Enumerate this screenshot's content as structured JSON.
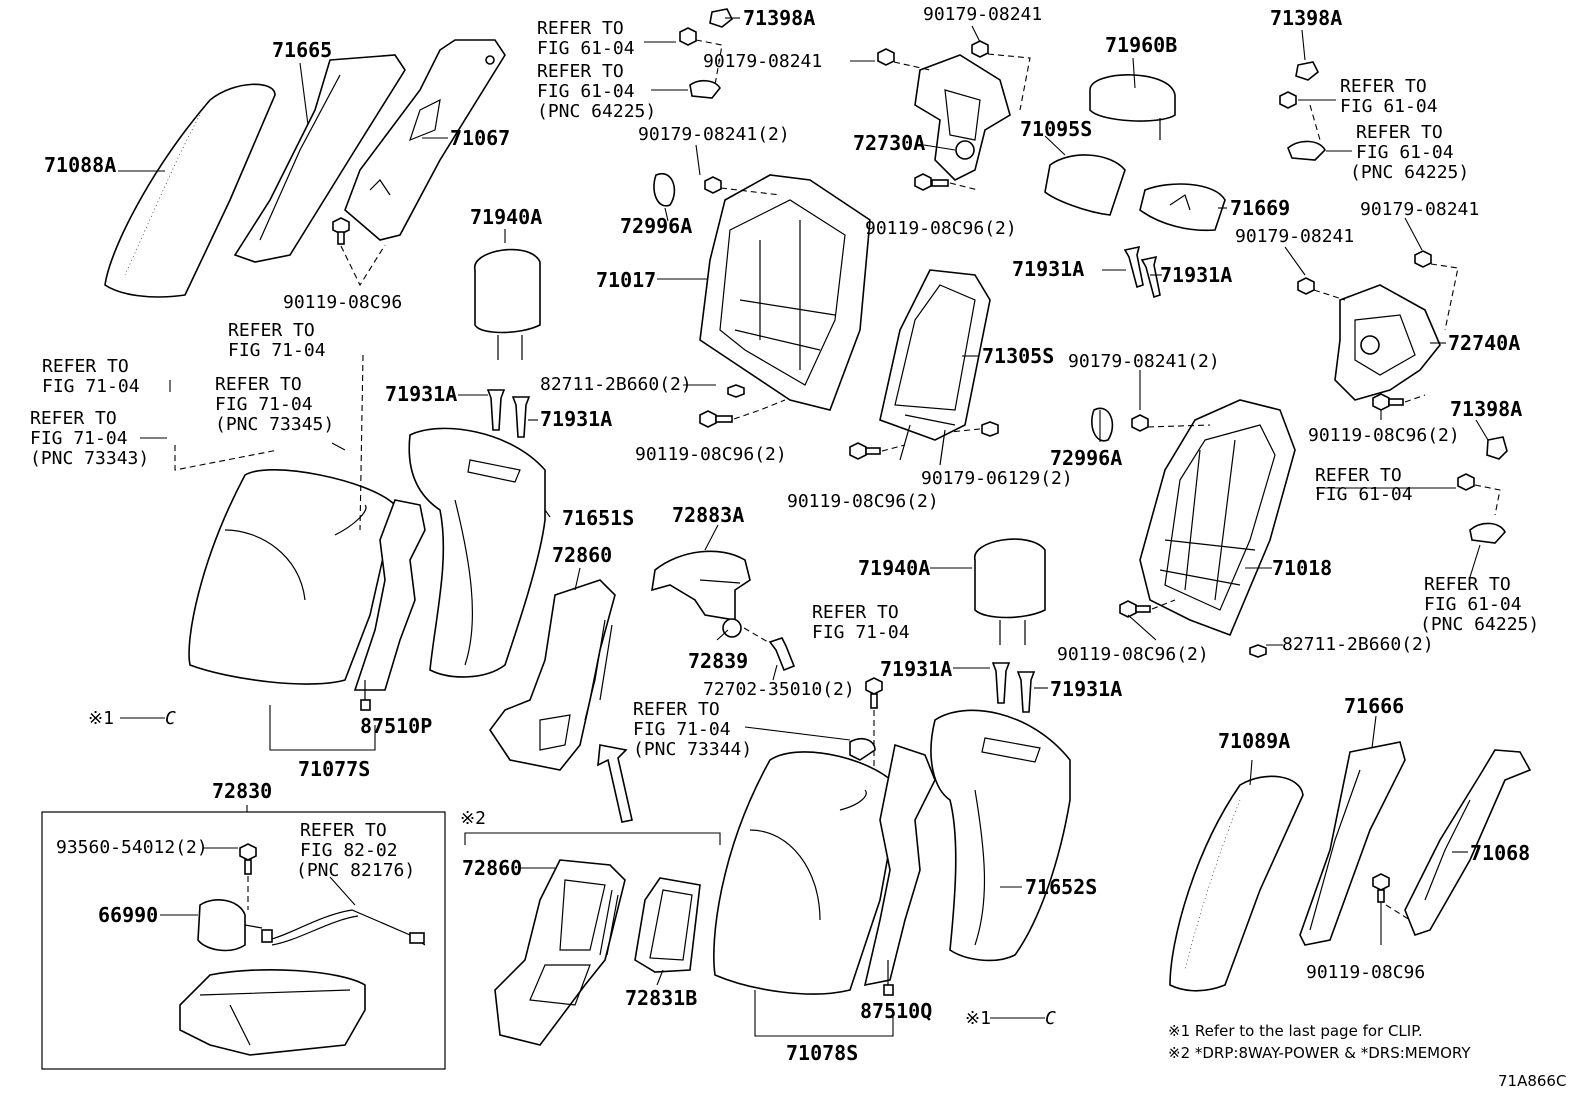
{
  "figure_code": "71A866C",
  "notes": [
    "※1 Refer to the last page for CLIP.",
    "※2 *DRP:8WAY-POWER & *DRS:MEMORY"
  ],
  "callouts": {
    "c1": "REFER TO",
    "c1b": "FIG 61-04",
    "c2": "REFER TO",
    "c2b": "FIG 61-04",
    "c2c": "(PNC 64225)",
    "c3": "REFER TO",
    "c3b": "FIG 61-04",
    "c4": "REFER TO",
    "c4b": "FIG 61-04",
    "c4c": "(PNC 64225)",
    "c5": "REFER TO",
    "c5b": "FIG 61-04",
    "c6": "REFER TO",
    "c6b": "FIG 61-04",
    "c6c": "(PNC 64225)",
    "c7": "REFER TO",
    "c7b": "FIG 71-04",
    "c8": "REFER TO",
    "c8b": "FIG 71-04",
    "c9": "REFER TO",
    "c9b": "FIG 71-04",
    "c9c": "(PNC 73345)",
    "c10": "REFER TO",
    "c10b": "FIG 71-04",
    "c10c": "(PNC 73343)",
    "c11": "REFER TO",
    "c11b": "FIG 71-04",
    "c12": "REFER TO",
    "c12b": "FIG 71-04",
    "c12c": "(PNC 73344)",
    "c13": "REFER TO",
    "c13b": "FIG 82-02",
    "c13c": "(PNC 82176)"
  },
  "parts": {
    "p71665": "71665",
    "p71088A": "71088A",
    "p71067": "71067",
    "p90119_08C96_a": "90119-08C96",
    "p71398A_a": "71398A",
    "p90179_08241_a": "90179-08241",
    "p90179_08241_b": "90179-08241",
    "p72730A": "72730A",
    "p90119_08C96_2_a": "90119-08C96(2)",
    "p71960B": "71960B",
    "p71095S": "71095S",
    "p71669": "71669",
    "p71398A_b": "71398A",
    "p90179_08241_2_a": "90179-08241(2)",
    "p72996A_a": "72996A",
    "p71017": "71017",
    "p71940A_a": "71940A",
    "p71931A_a": "71931A",
    "p71931A_b": "71931A",
    "p71931A_c": "71931A",
    "p71931A_d": "71931A",
    "p82711_2B660_2_a": "82711-2B660(2)",
    "p90119_08C96_2_b": "90119-08C96(2)",
    "p71305S": "71305S",
    "p90119_08C96_2_c": "90119-08C96(2)",
    "p90179_06129_2": "90179-06129(2)",
    "p90179_08241_c": "90179-08241",
    "p90179_08241_d": "90179-08241",
    "p72740A": "72740A",
    "p90119_08C96_2_d": "90119-08C96(2)",
    "p71398A_c": "71398A",
    "p90179_08241_2_b": "90179-08241(2)",
    "p72996A_b": "72996A",
    "p71018": "71018",
    "p90119_08C96_2_e": "90119-08C96(2)",
    "p82711_2B660_2_b": "82711-2B660(2)",
    "p71651S": "71651S",
    "p72860_a": "72860",
    "p72883A": "72883A",
    "p72839": "72839",
    "p72702_35010_2": "72702-35010(2)",
    "p71940A_b": "71940A",
    "p71931A_e": "71931A",
    "p71931A_f": "71931A",
    "p87510P": "87510P",
    "p71077S": "71077S",
    "p72830": "72830",
    "p93560_54012_2": "93560-54012(2)",
    "p66990": "66990",
    "p72860_b": "72860",
    "p72831B": "72831B",
    "p71652S": "71652S",
    "p87510Q": "87510Q",
    "p71078S": "71078S",
    "p71089A": "71089A",
    "p71666": "71666",
    "p71068": "71068",
    "p90119_08C96_b": "90119-08C96"
  },
  "marks": {
    "m1a": "※1",
    "m1b": "※1",
    "m2": "※2",
    "clip_a": "C",
    "clip_b": "C"
  }
}
